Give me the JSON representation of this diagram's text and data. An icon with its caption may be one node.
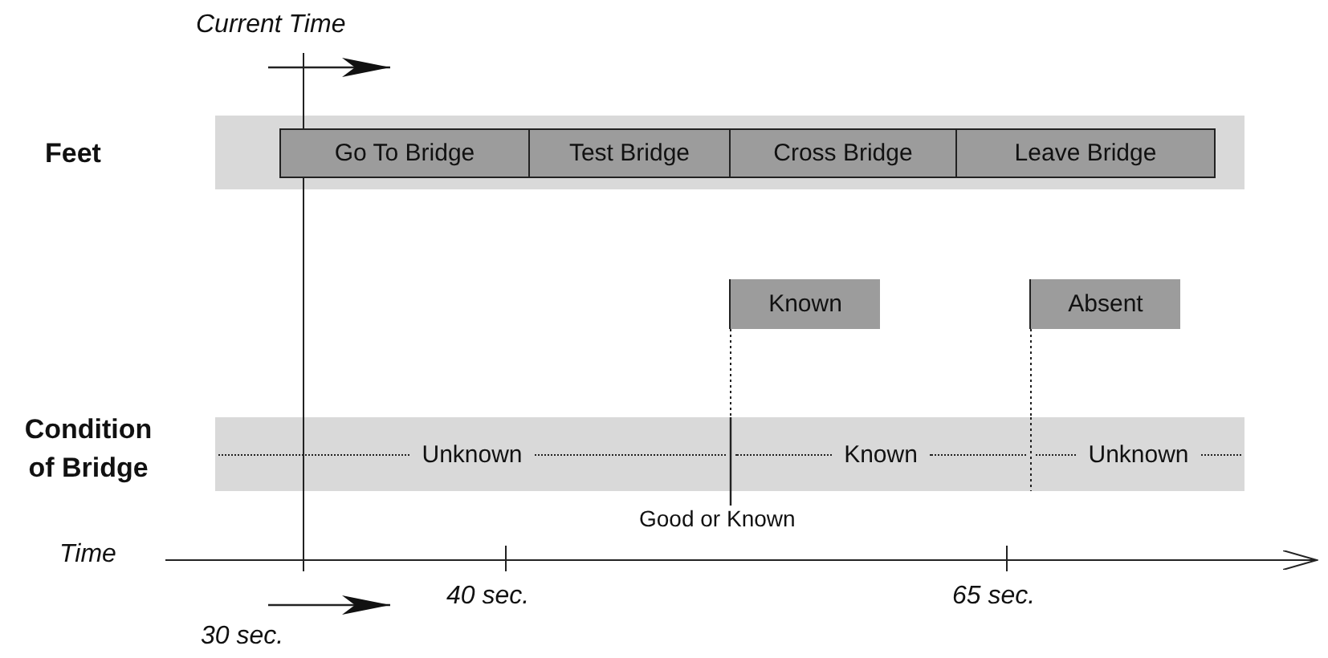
{
  "diagram": {
    "nodes": [
      {
        "text": [
          "Go To Bridge"
        ]
      },
      {
        "text": [
          "Test Bridge"
        ]
      },
      {
        "text": [
          "Cross Bridge"
        ]
      },
      {
        "text": [
          "Leave Bridge"
        ]
      },
      {
        "text": [
          "Known"
        ]
      },
      {
        "text": [
          "Absent"
        ]
      },
      {
        "text": [
          "Unknown"
        ]
      },
      {
        "text": [
          "Known"
        ]
      },
      {
        "text": [
          "Unknown"
        ]
      }
    ],
    "labels": [
      "Current Time",
      "Feet",
      "Condition of Bridge",
      "Good or Known",
      "Time",
      "40 sec.",
      "65 sec.",
      "30 sec."
    ]
  }
}
